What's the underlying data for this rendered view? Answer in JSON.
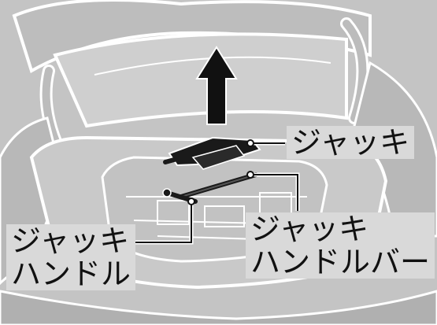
{
  "labels": {
    "jack": "ジャッキ",
    "jack_bar": {
      "line1": "ジャッキ",
      "line2": "ハンドルバー"
    },
    "jack_handle": {
      "line1": "ジャッキ",
      "line2": "ハンドル"
    }
  },
  "colors": {
    "background": "#c4c4c4",
    "callout_bg": "#d9d9d9",
    "line_art": "#ffffff",
    "jack": "#1a1a1a",
    "arrow": "#111111"
  },
  "icons": {
    "arrow": "up-arrow-icon",
    "jack": "scissor-jack-icon",
    "bar": "jack-handle-bar-icon",
    "handle": "jack-handle-icon"
  }
}
